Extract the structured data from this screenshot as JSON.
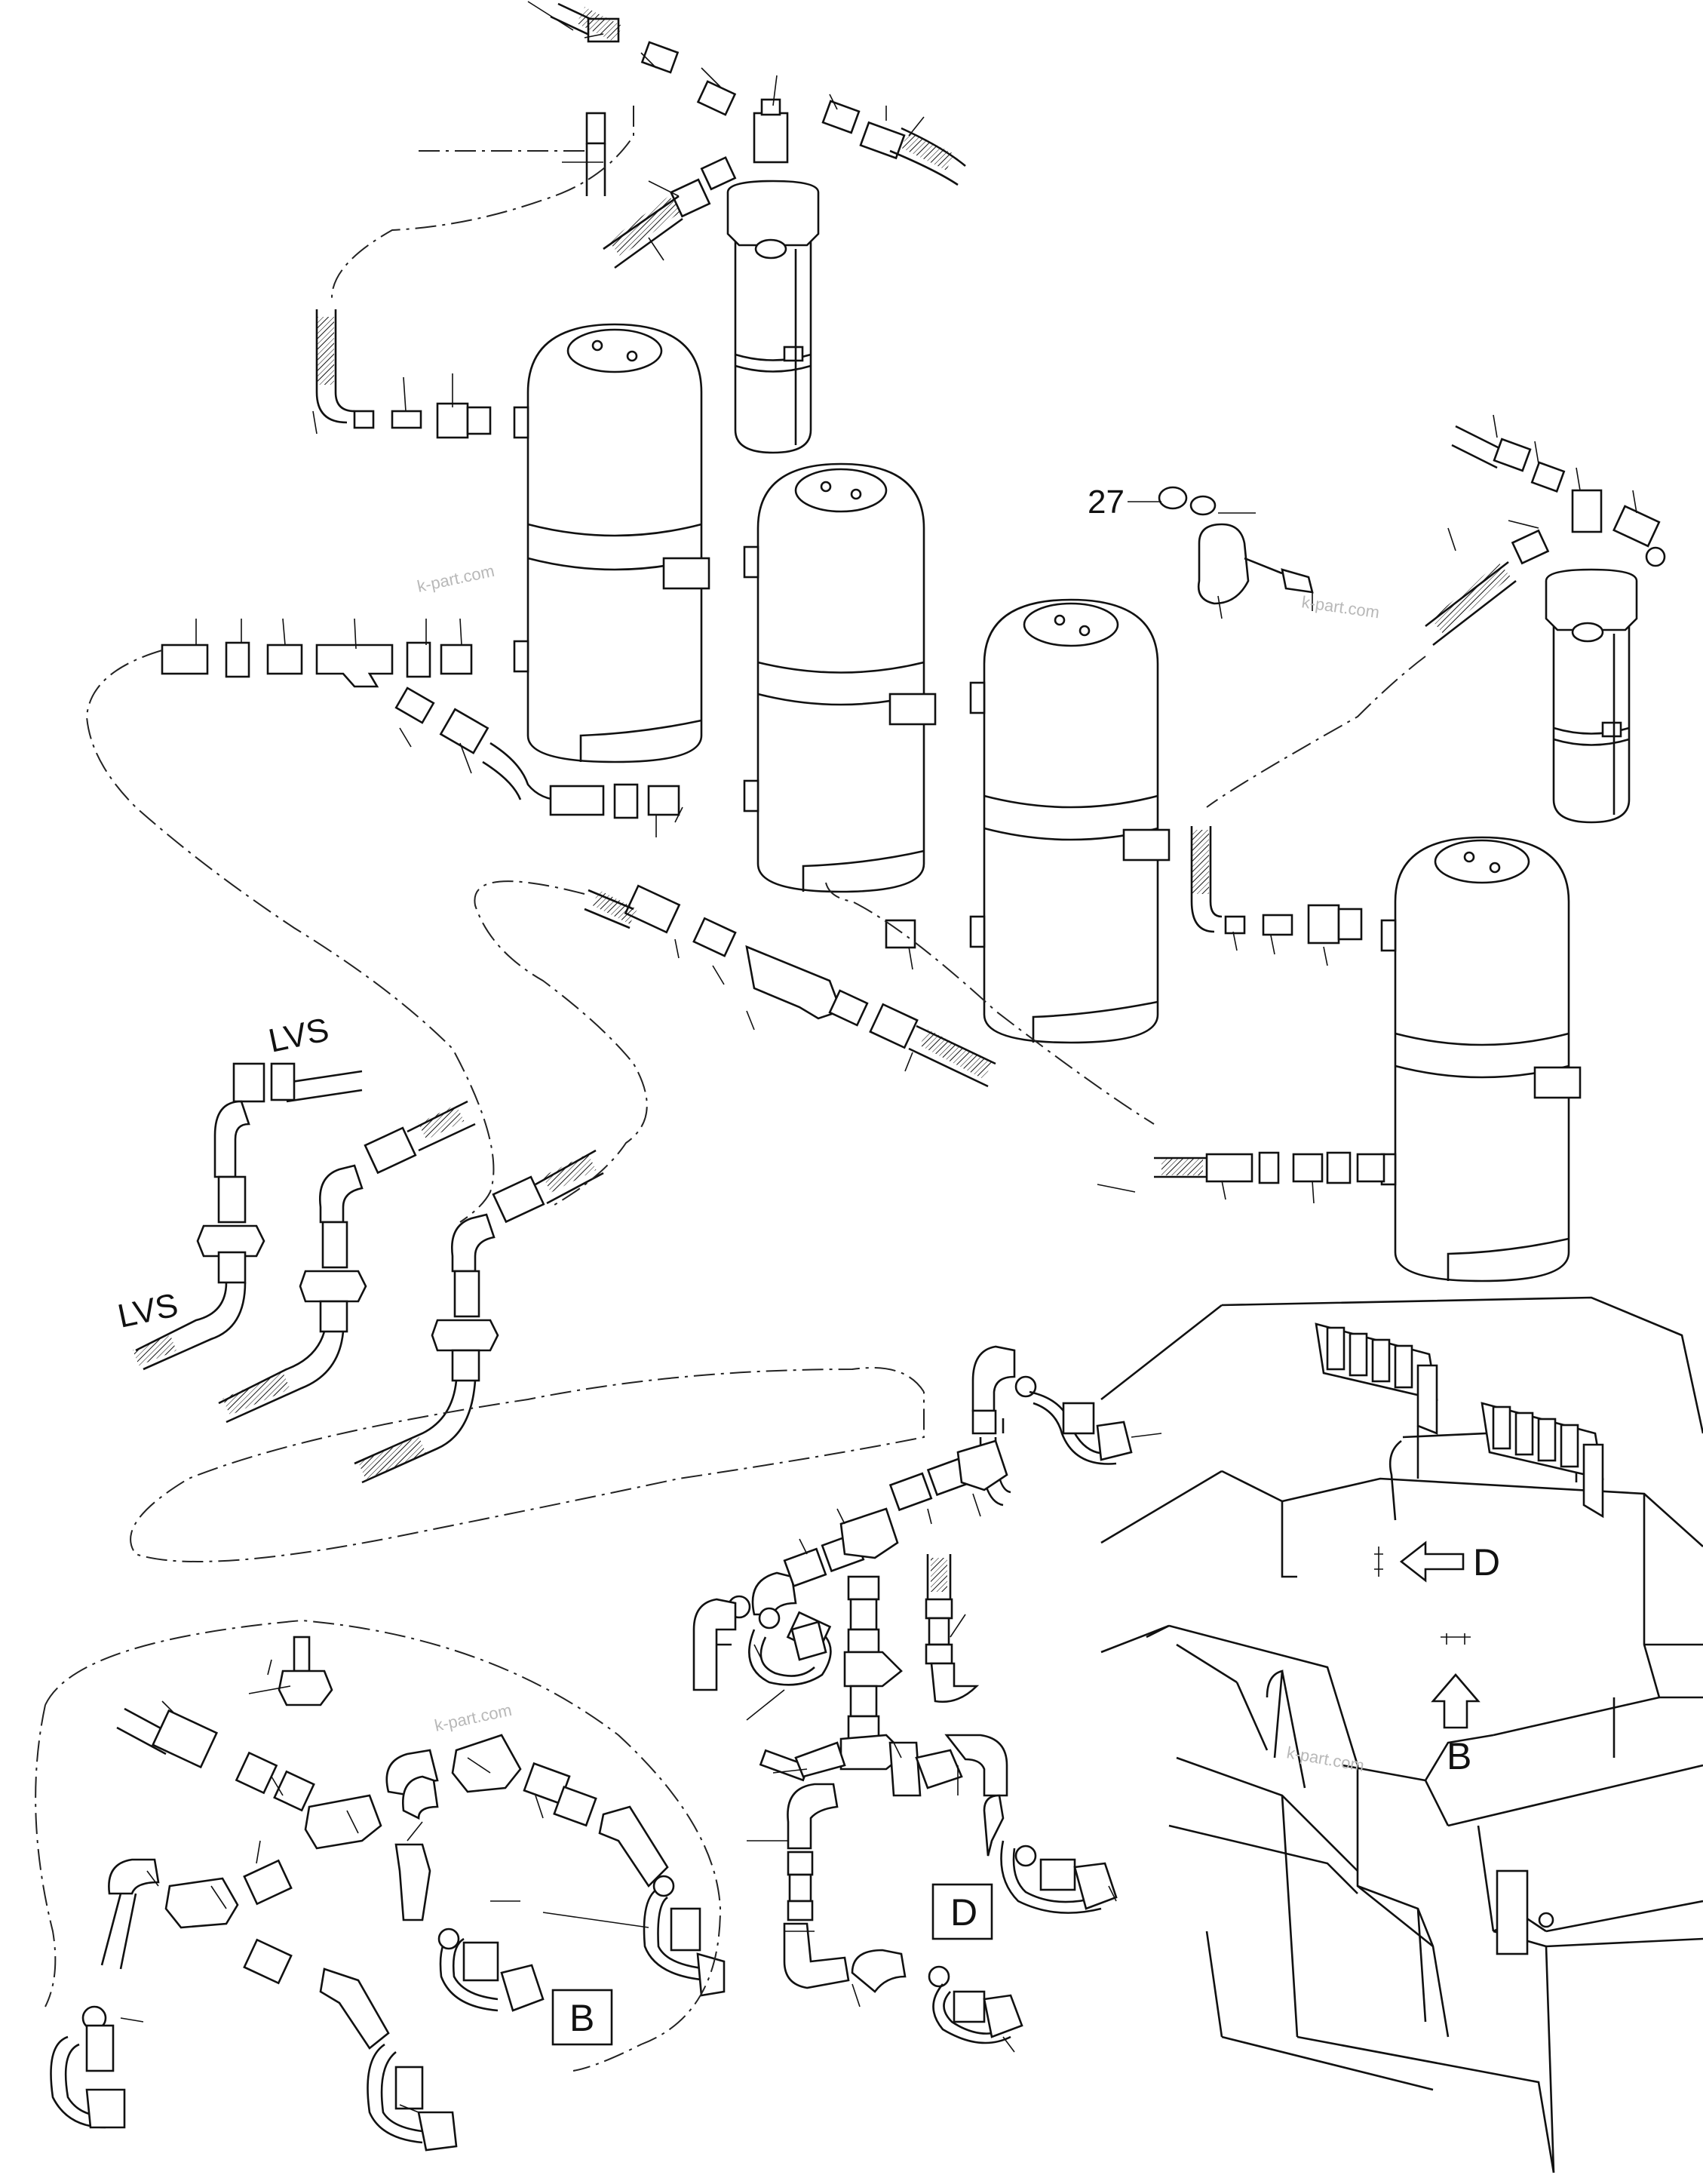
{
  "labels": {
    "part_27": "27",
    "lvs_top": "LVS",
    "lvs_bottom": "LVS",
    "view_d_arrow": "D",
    "view_b_arrow": "B",
    "view_d_box": "D",
    "view_b_box": "B"
  },
  "watermarks": {
    "w1": "k-part.com",
    "w2": "k-part.com",
    "w3": "k-part.com",
    "w4": "k-part.com"
  },
  "colors": {
    "ink": "#111111",
    "paper": "#ffffff",
    "watermark": "#b8b8b8"
  }
}
